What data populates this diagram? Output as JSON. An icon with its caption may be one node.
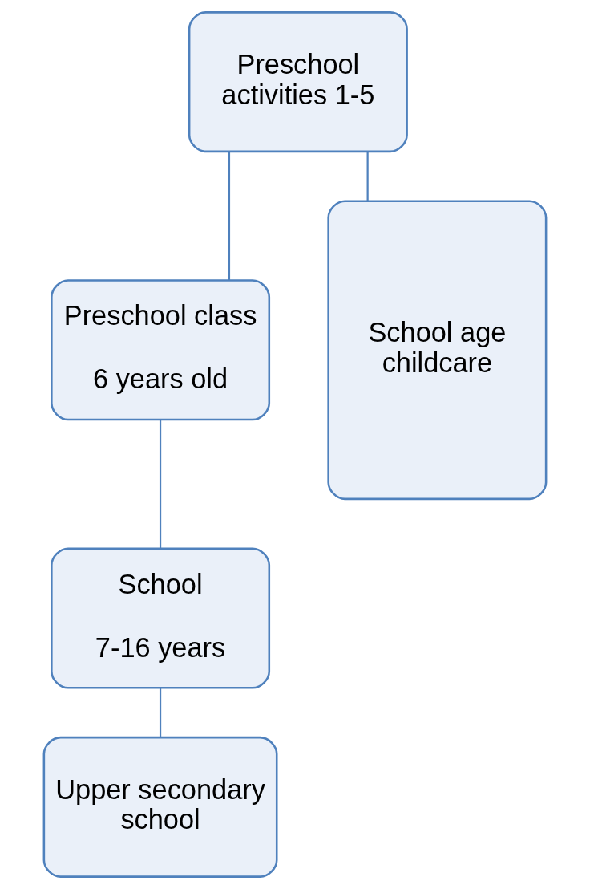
{
  "diagram": {
    "nodes": [
      {
        "text": [
          "Preschool activities 1-5"
        ]
      },
      {
        "text": [
          "Preschool class",
          "6 years old"
        ]
      },
      {
        "text": [
          "School age childcare"
        ]
      },
      {
        "text": [
          "School",
          "7-16 years"
        ]
      },
      {
        "text": [
          "Upper secondary school"
        ]
      }
    ],
    "edges": [
      {
        "from": 0,
        "to": 1,
        "arrow": "none"
      },
      {
        "from": 0,
        "to": 2,
        "arrow": "none"
      },
      {
        "from": 1,
        "to": 3,
        "arrow": "none"
      },
      {
        "from": 3,
        "to": 4,
        "arrow": "none"
      }
    ]
  }
}
